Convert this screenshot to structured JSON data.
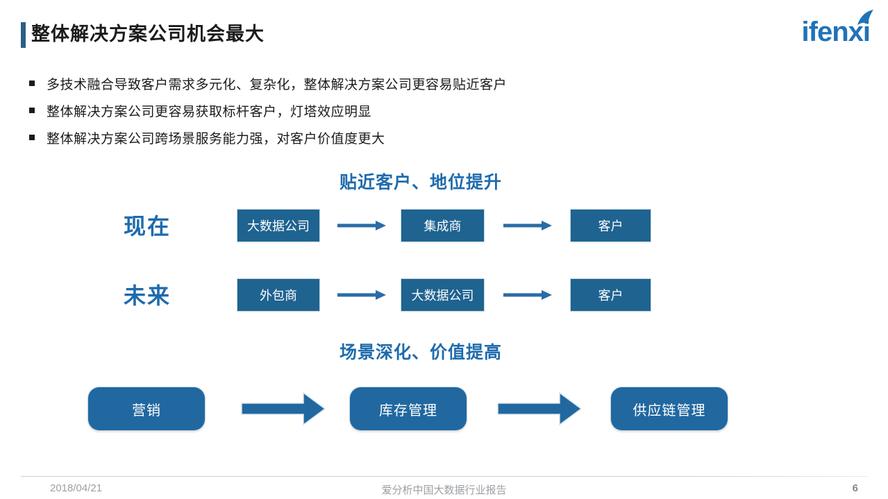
{
  "header": {
    "title": "整体解决方案公司机会最大",
    "logo_text": "ifenxi"
  },
  "bullets": [
    "多技术融合导致客户需求多元化、复杂化，整体解决方案公司更容易贴近客户",
    "整体解决方案公司更容易获取标杆客户，灯塔效应明显",
    "整体解决方案公司跨场景服务能力强，对客户价值度更大"
  ],
  "diagram1": {
    "title": "贴近客户、地位提升",
    "rows": [
      {
        "label": "现在",
        "boxes": [
          "大数据公司",
          "集成商",
          "客户"
        ]
      },
      {
        "label": "未来",
        "boxes": [
          "外包商",
          "大数据公司",
          "客户"
        ]
      }
    ]
  },
  "diagram2": {
    "title": "场景深化、价值提高",
    "boxes": [
      "营销",
      "库存管理",
      "供应链管理"
    ]
  },
  "footer": {
    "date": "2018/04/21",
    "report_title": "爱分析中国大数据行业报告",
    "page_number": "6"
  },
  "colors": {
    "rect_box_blue": "#1F6390",
    "round_box_blue": "#2168A0",
    "arrow_blue": "#2A6CA6",
    "section_title_blue": "#1E6BAD",
    "logo_blue": "#2073B8",
    "title_accent_bar": "#2C5F84",
    "footer_gray": "#9CA0A4"
  }
}
